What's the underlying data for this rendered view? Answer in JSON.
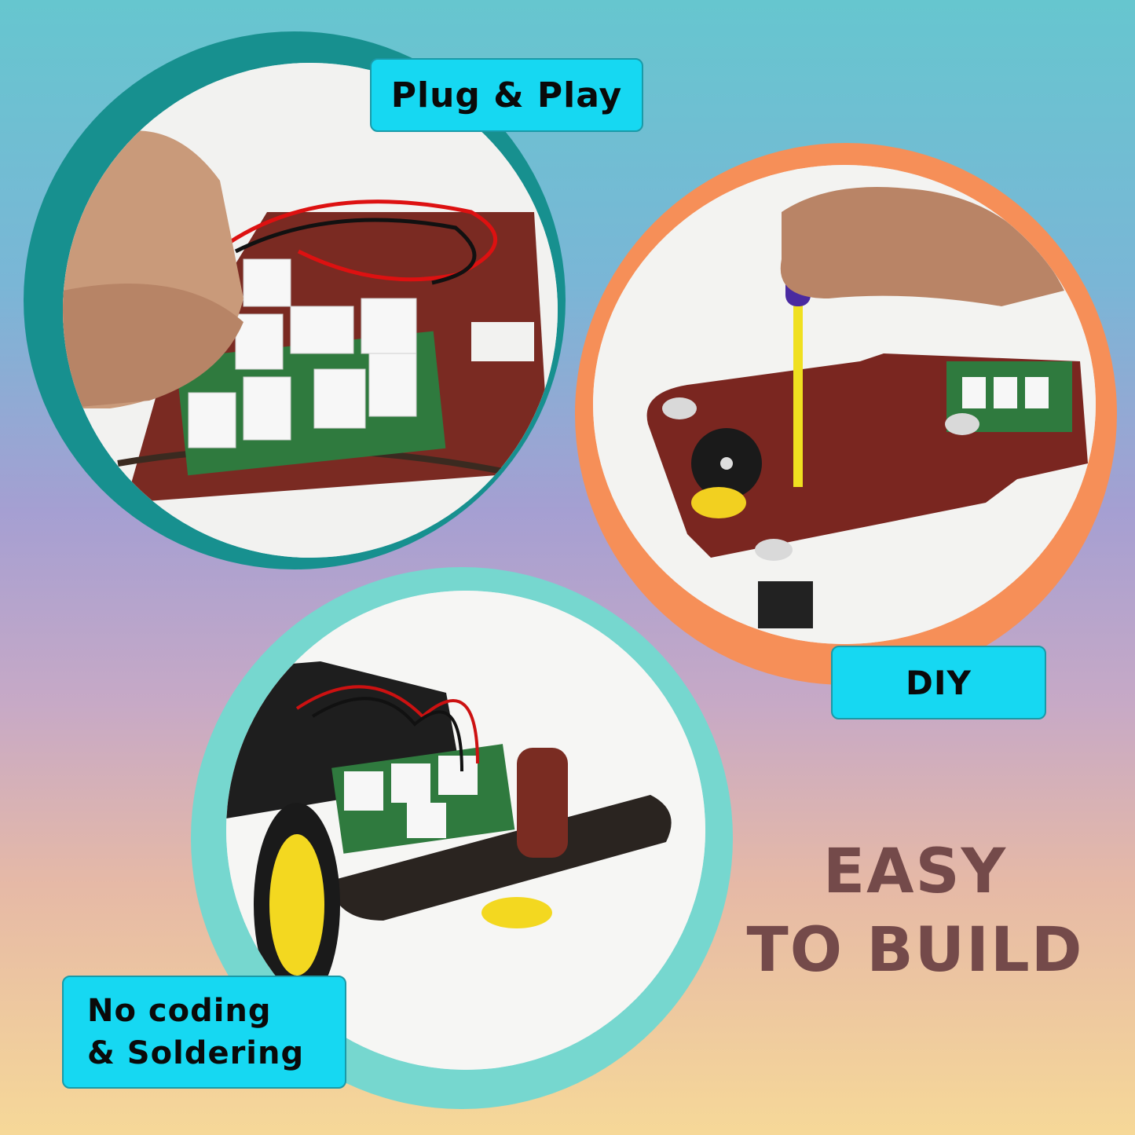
{
  "panels": [
    {
      "label": "Plug & Play",
      "ring_color": "#17908f"
    },
    {
      "label": "DIY",
      "ring_color": "#f68f58"
    },
    {
      "label_lines": [
        "No coding",
        "& Soldering"
      ],
      "ring_color": "#76d7cf"
    }
  ],
  "headline": {
    "line1": "EASY",
    "line2": "TO BUILD",
    "color": "#744a4a"
  },
  "label_color": "#16d8f2"
}
